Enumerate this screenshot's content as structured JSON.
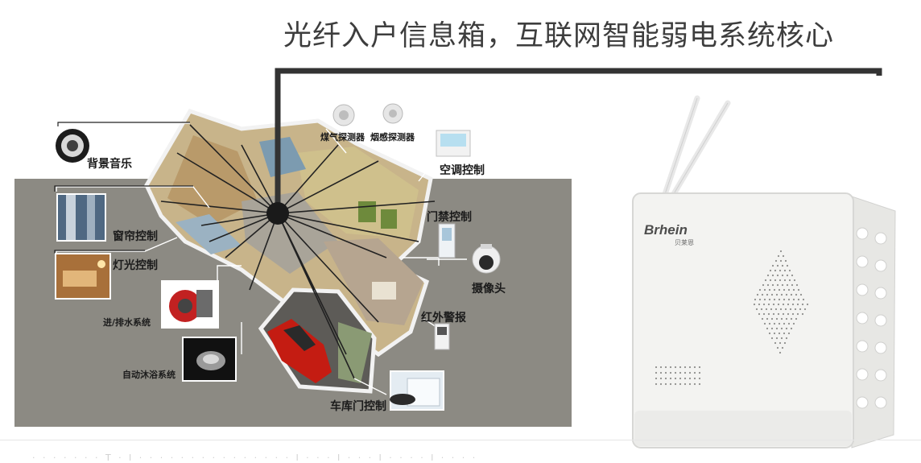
{
  "headline": "光纤入户信息箱，互联网智能弱电系统核心",
  "labels": {
    "background_music": "背景音乐",
    "gas_detector": "煤气探测器",
    "smoke_detector": "烟感探测器",
    "ac_control": "空调控制",
    "curtain_control": "窗帘控制",
    "light_control": "灯光控制",
    "door_access": "门禁控制",
    "camera": "摄像头",
    "water_system": "进/排水系统",
    "infrared_alarm": "红外警报",
    "auto_bath": "自动沐浴系统",
    "garage_door": "车库门控制"
  },
  "product": {
    "brand": "Brhein",
    "brand_cn": "贝莱恩"
  },
  "footer_faded": "· · · · · · ·   T · l · · ·   · · · · · ·   · · · · · · l  · · · l · · · l · · · · l · · · ·",
  "colors": {
    "panel": "#8c8a83",
    "line": "#2a2a2a",
    "box": "#f3f3f1"
  }
}
